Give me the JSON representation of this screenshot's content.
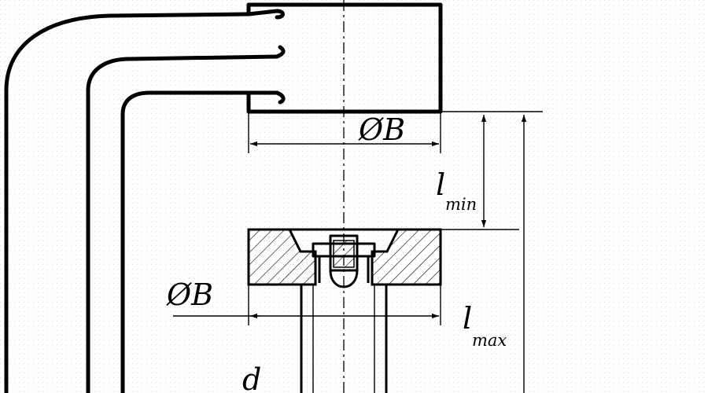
{
  "labels": {
    "diameter_top": "ØB",
    "diameter_bottom": "ØB",
    "l_min_main": "l",
    "l_min_sub": "min",
    "l_max_main": "l",
    "l_max_sub": "max",
    "d": "d"
  },
  "colors": {
    "line": "#000000",
    "background": "#ffffff",
    "dot_texture": "#d9d9d9"
  }
}
